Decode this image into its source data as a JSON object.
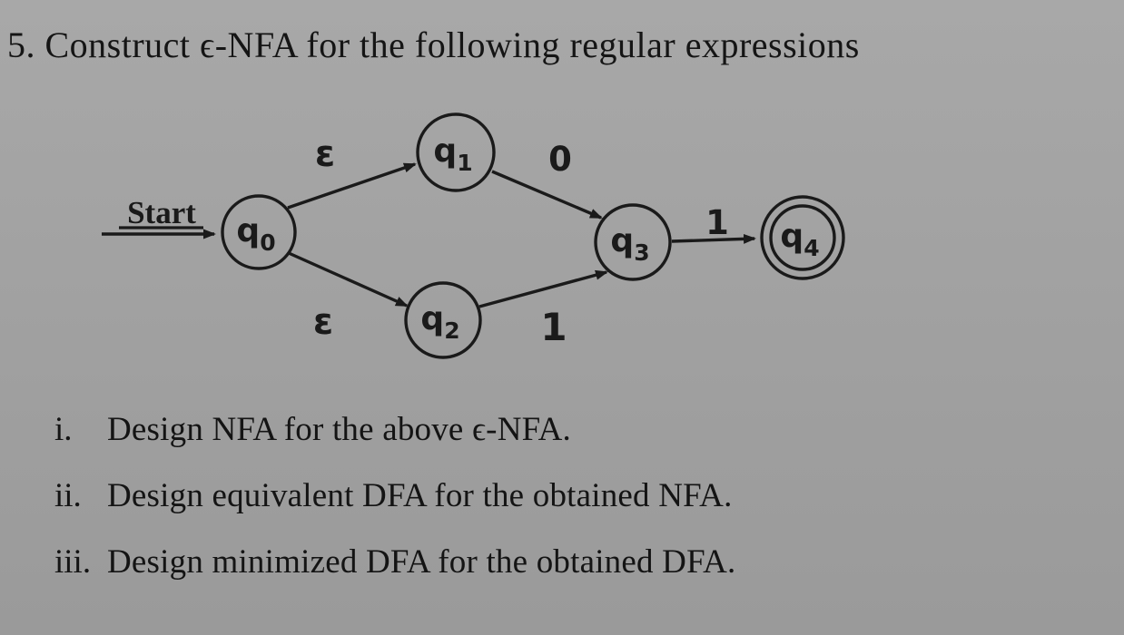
{
  "page": {
    "title": "5.  Construct ϵ-NFA for the following regular expressions"
  },
  "diagram": {
    "type": "epsilon-nfa-state-diagram",
    "start_label": "Start",
    "states": [
      {
        "id": "q0",
        "base": "q",
        "sub": "0",
        "accepting": false,
        "start": true
      },
      {
        "id": "q1",
        "base": "q",
        "sub": "1",
        "accepting": false,
        "start": false
      },
      {
        "id": "q2",
        "base": "q",
        "sub": "2",
        "accepting": false,
        "start": false
      },
      {
        "id": "q3",
        "base": "q",
        "sub": "3",
        "accepting": false,
        "start": false
      },
      {
        "id": "q4",
        "base": "q",
        "sub": "4",
        "accepting": true,
        "start": false
      }
    ],
    "edges": [
      {
        "from": "q0",
        "to": "q1",
        "label": "ε"
      },
      {
        "from": "q0",
        "to": "q2",
        "label": "ε"
      },
      {
        "from": "q1",
        "to": "q3",
        "label": "0"
      },
      {
        "from": "q2",
        "to": "q3",
        "label": "1"
      },
      {
        "from": "q3",
        "to": "q4",
        "label": "1"
      }
    ]
  },
  "questions": [
    {
      "num": "i.",
      "text": "Design NFA for the above ϵ-NFA."
    },
    {
      "num": "ii.",
      "text": "Design equivalent DFA for the obtained NFA."
    },
    {
      "num": "iii.",
      "text": "Design minimized DFA for the obtained DFA."
    }
  ],
  "colors": {
    "background": "#a0a0a0",
    "ink": "#1a1a1a"
  }
}
